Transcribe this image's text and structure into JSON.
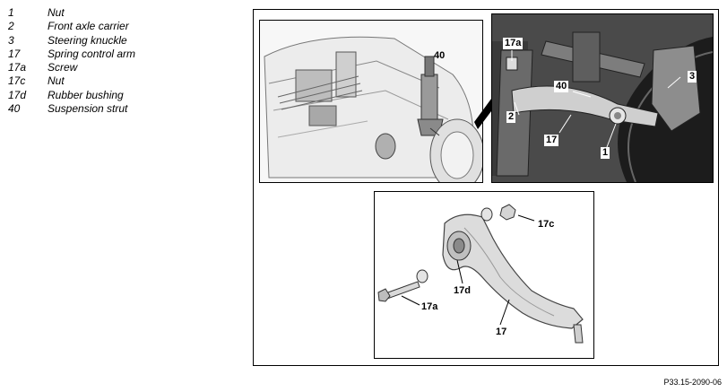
{
  "legend": [
    {
      "num": "1",
      "label": "Nut"
    },
    {
      "num": "2",
      "label": "Front axle carrier"
    },
    {
      "num": "3",
      "label": "Steering knuckle"
    },
    {
      "num": "17",
      "label": "Spring control arm"
    },
    {
      "num": "17a",
      "label": "Screw"
    },
    {
      "num": "17c",
      "label": "Nut"
    },
    {
      "num": "17d",
      "label": "Rubber bushing"
    },
    {
      "num": "40",
      "label": "Suspension strut"
    }
  ],
  "callouts": {
    "overview_40": "40",
    "detail_17a": "17a",
    "detail_40": "40",
    "detail_3": "3",
    "detail_2": "2",
    "detail_17": "17",
    "detail_1": "1",
    "parts_17c": "17c",
    "parts_17d": "17d",
    "parts_17a": "17a",
    "parts_17": "17"
  },
  "footer": {
    "reference": "P33.15-2090-06"
  }
}
